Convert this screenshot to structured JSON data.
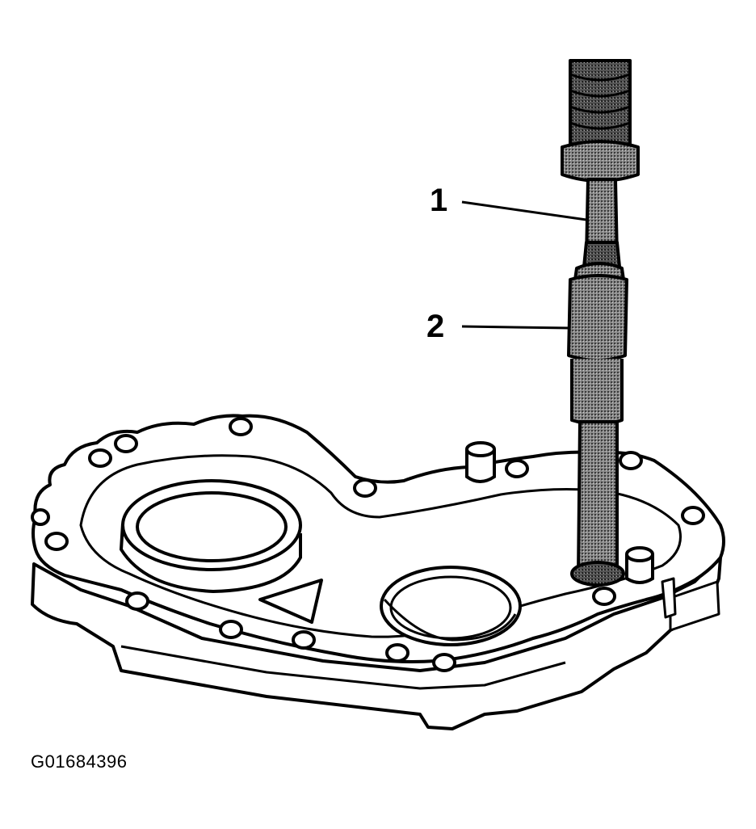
{
  "callouts": [
    {
      "label": "1"
    },
    {
      "label": "2"
    }
  ],
  "figure_id": "G01684396"
}
